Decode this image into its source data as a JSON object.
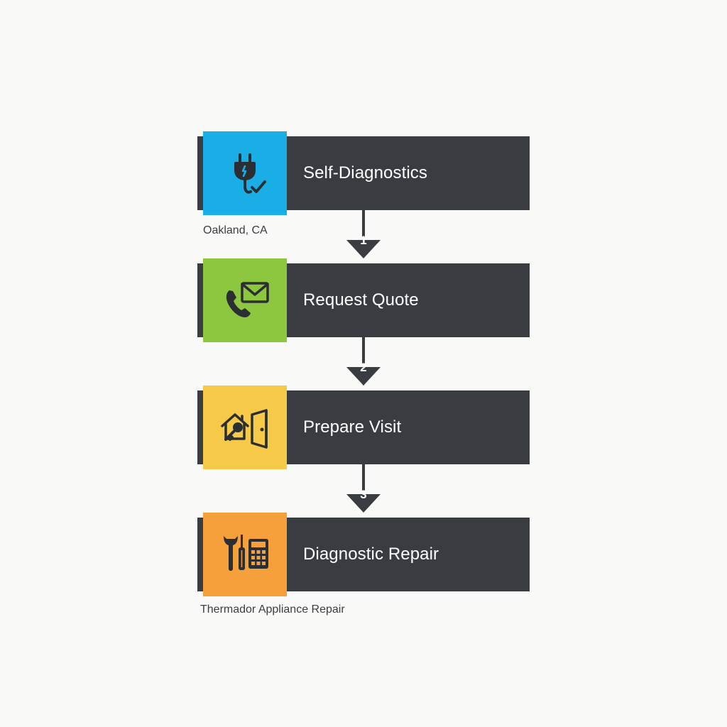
{
  "steps": [
    {
      "label": "Self-Diagnostics",
      "icon": "plug-check-icon",
      "color": "#19afe6"
    },
    {
      "label": "Request Quote",
      "icon": "phone-mail-icon",
      "color": "#8dc63f"
    },
    {
      "label": "Prepare Visit",
      "icon": "house-key-door-icon",
      "color": "#f7c948"
    },
    {
      "label": "Diagnostic Repair",
      "icon": "tools-calculator-icon",
      "color": "#f5a03a"
    }
  ],
  "connectors": [
    {
      "number": "1"
    },
    {
      "number": "2"
    },
    {
      "number": "3"
    }
  ],
  "captions": {
    "location": "Oakland, CA",
    "business": "Thermador Appliance Repair"
  },
  "colors": {
    "bar": "#393d42",
    "background": "#f9f9f8",
    "icon_stroke": "#2b2e33"
  }
}
